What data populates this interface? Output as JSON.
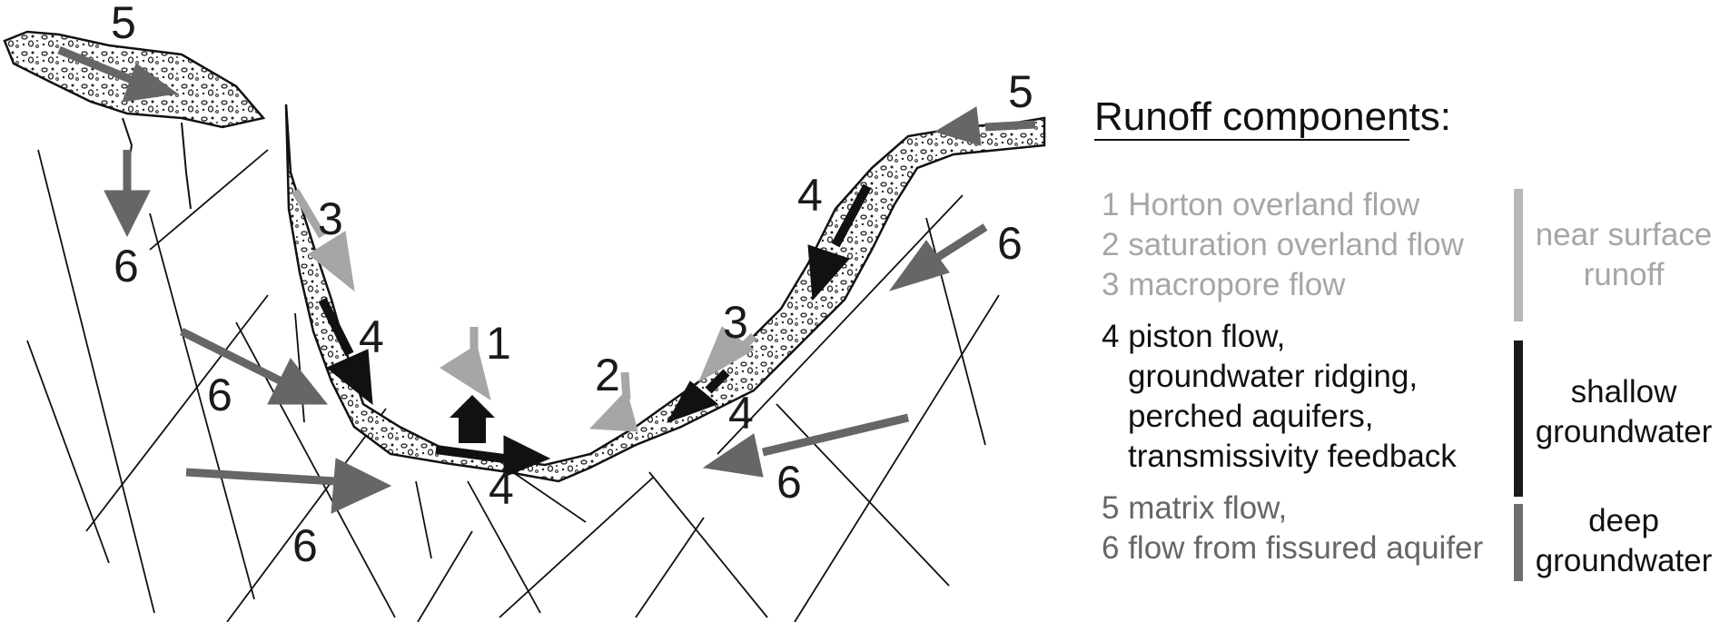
{
  "diagram": {
    "markers": {
      "m1": "1",
      "m2": "2",
      "m3": "3",
      "m4": "4",
      "m5": "5",
      "m6": "6"
    },
    "colors": {
      "light": "#a6a6a6",
      "dark": "#111111",
      "mid": "#666666"
    }
  },
  "legend": {
    "title": "Runoff components:",
    "items": [
      "1 Horton overland flow",
      "2 saturation overland flow",
      "3 macropore flow",
      "4 piston flow,",
      "groundwater ridging,",
      "perched aquifers,",
      "transmissivity feedback",
      "5 matrix flow,",
      "6 flow from fissured aquifer"
    ],
    "groups": {
      "near_surface": [
        "near surface",
        "runoff"
      ],
      "shallow": [
        "shallow",
        "groundwater"
      ],
      "deep": [
        "deep",
        "groundwater"
      ]
    }
  }
}
